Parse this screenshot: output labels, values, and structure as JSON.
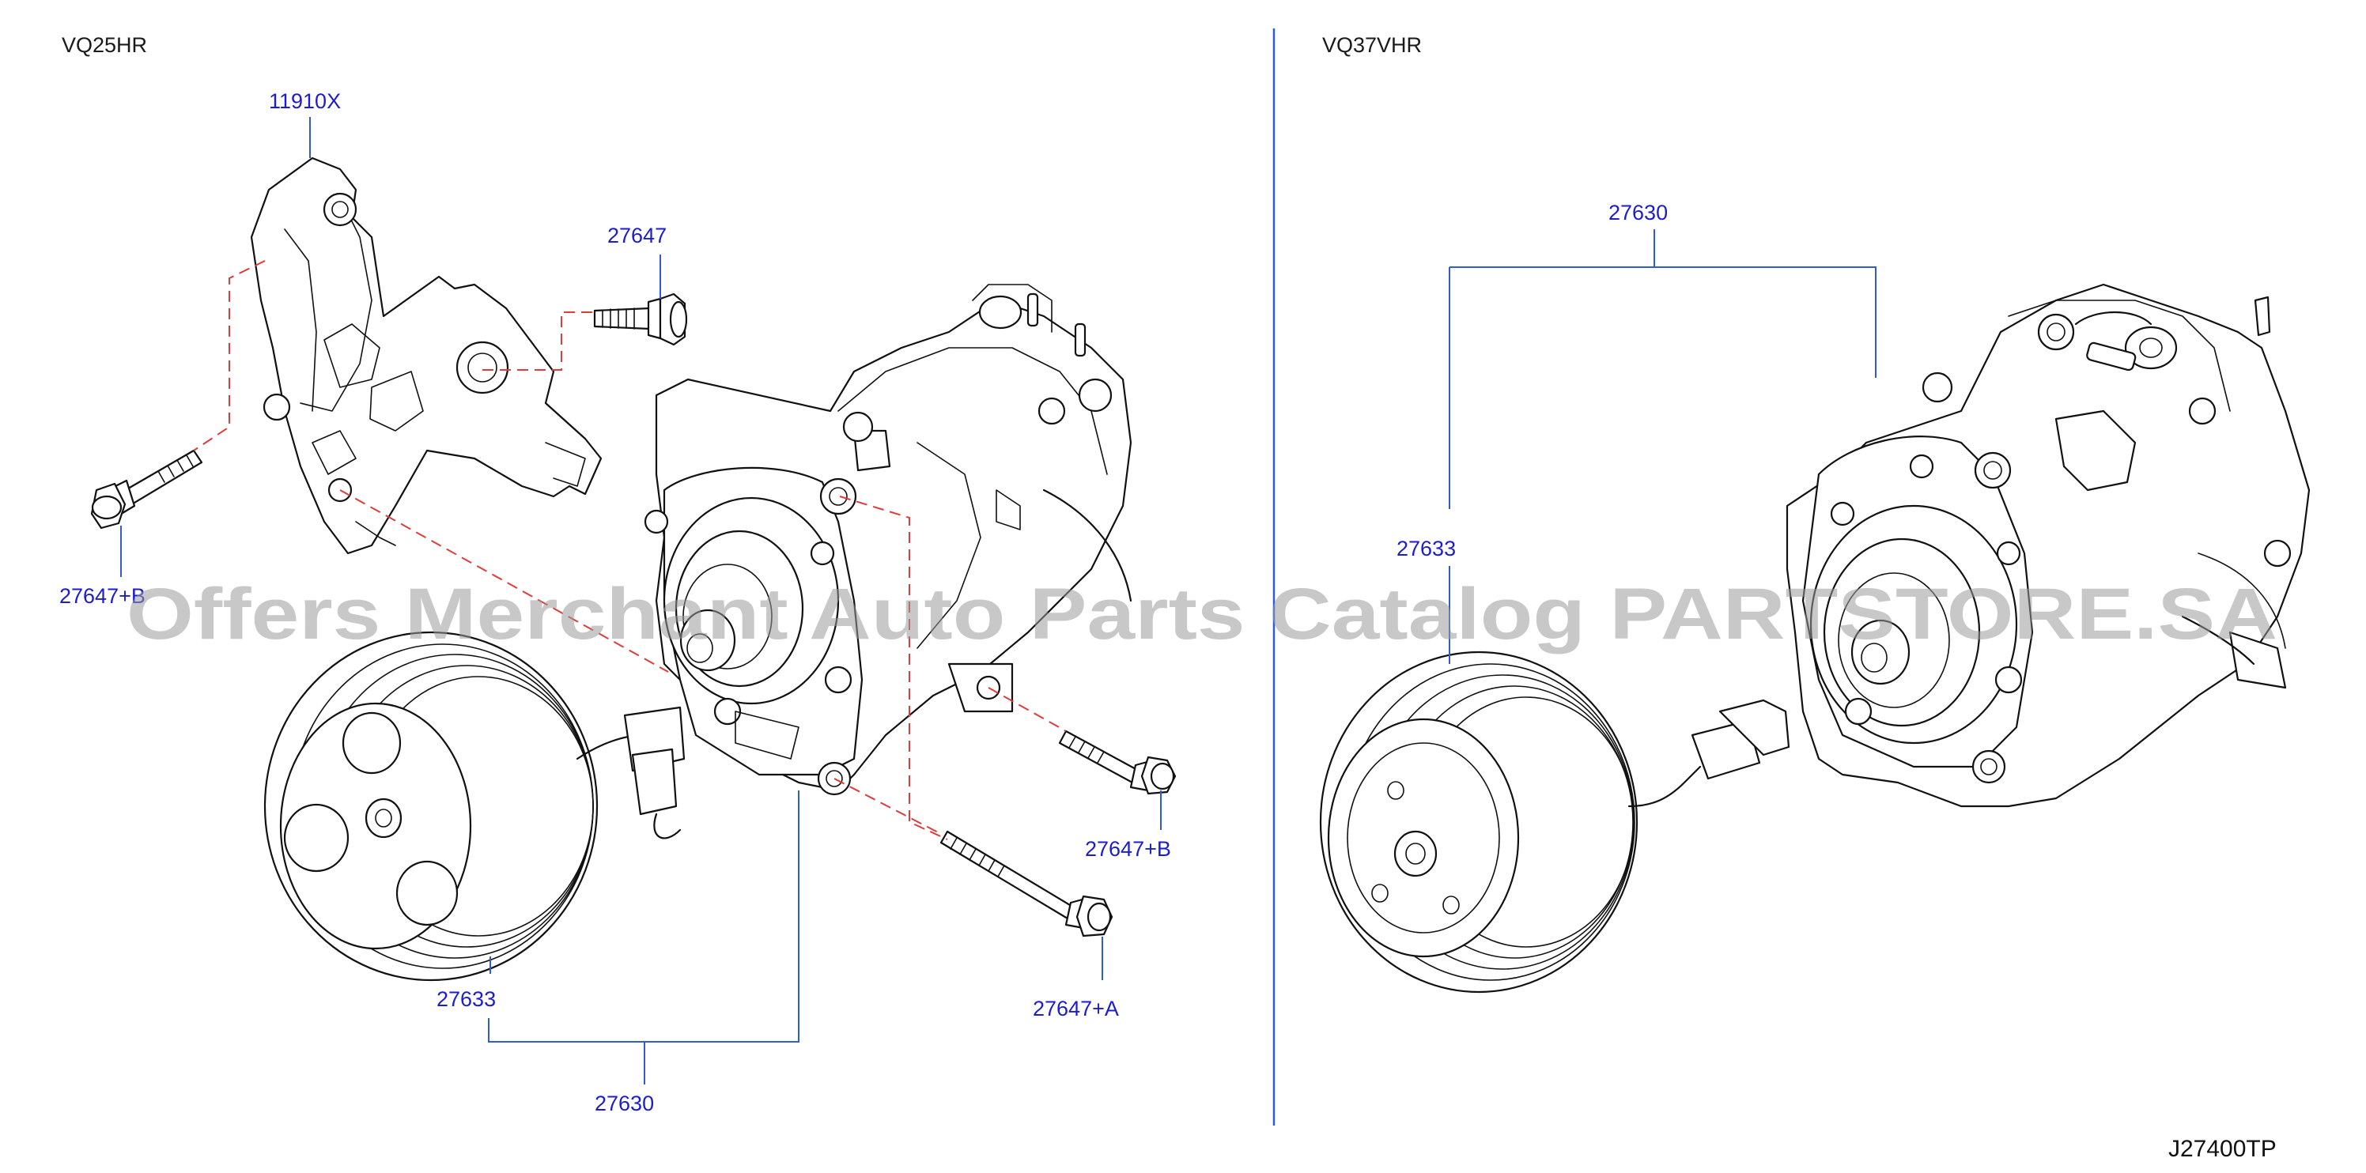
{
  "sections": {
    "left": {
      "engine": "VQ25HR"
    },
    "right": {
      "engine": "VQ37VHR"
    }
  },
  "labels": {
    "bracket": "11910X",
    "bolt_top": "27647",
    "bolt_left": "27647+B",
    "bolt_b": "27647+B",
    "bolt_a": "27647+A",
    "clutch_left": "27633",
    "compressor_left": "27630",
    "compressor_right": "27630",
    "clutch_right": "27633"
  },
  "watermark": "Offers Merchant Auto Parts Catalog PARTSTORE.SA",
  "diagram_code": "J27400TP",
  "colors": {
    "label": "#1d1dcc",
    "leader": "#2f5bd8",
    "dash": "#e03b3b",
    "ink": "#111111"
  }
}
